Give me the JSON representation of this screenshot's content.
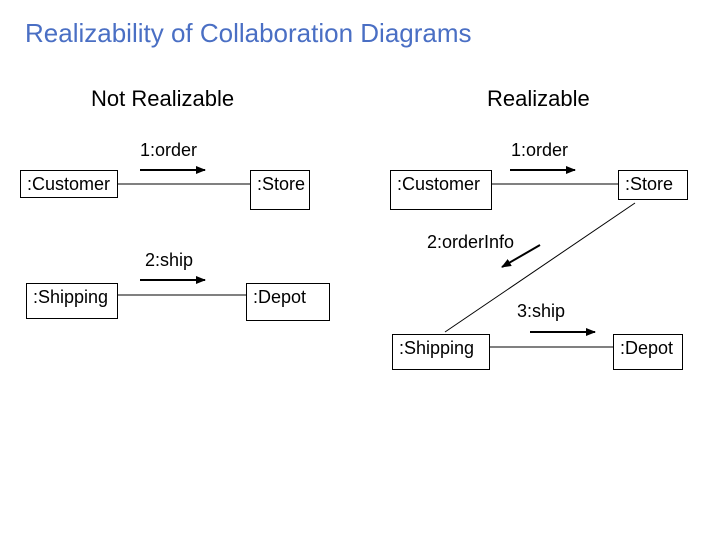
{
  "title": "Realizability of Collaboration Diagrams",
  "left": {
    "heading": "Not Realizable",
    "objects": {
      "customer": ":Customer",
      "store": ":Store",
      "shipping": ":Shipping",
      "depot": ":Depot"
    },
    "messages": {
      "order": "1:order",
      "ship": "2:ship"
    }
  },
  "right": {
    "heading": "Realizable",
    "objects": {
      "customer": ":Customer",
      "store": ":Store",
      "shipping": ":Shipping",
      "depot": ":Depot"
    },
    "messages": {
      "order": "1:order",
      "order_info": "2:orderInfo",
      "ship": "3:ship"
    }
  }
}
